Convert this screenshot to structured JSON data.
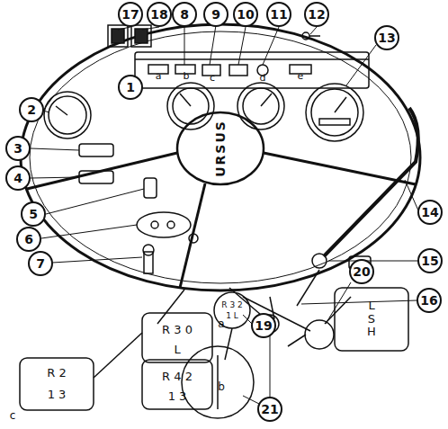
{
  "diagram": {
    "nodes": [
      {
        "text": [
          "17"
        ]
      },
      {
        "text": [
          "18"
        ]
      },
      {
        "text": [
          "8"
        ]
      },
      {
        "text": [
          "9"
        ]
      },
      {
        "text": [
          "10"
        ]
      },
      {
        "text": [
          "11"
        ]
      },
      {
        "text": [
          "12"
        ]
      },
      {
        "text": [
          "13"
        ]
      },
      {
        "text": [
          "1"
        ]
      },
      {
        "text": [
          "2"
        ]
      },
      {
        "text": [
          "3"
        ]
      },
      {
        "text": [
          "4"
        ]
      },
      {
        "text": [
          "5"
        ]
      },
      {
        "text": [
          "6"
        ]
      },
      {
        "text": [
          "7"
        ]
      },
      {
        "text": [
          "14"
        ]
      },
      {
        "text": [
          "15"
        ]
      },
      {
        "text": [
          "16"
        ]
      },
      {
        "text": [
          "19"
        ]
      },
      {
        "text": [
          "20"
        ]
      },
      {
        "text": [
          "21"
        ]
      }
    ],
    "labels": [
      "a",
      "b",
      "c",
      "d",
      "e",
      "URSUS",
      "R 3 2",
      "1 L",
      "R 3 0",
      "L",
      "a",
      "R 4 2",
      "1 3",
      "b",
      "R 2",
      "1 3",
      "c",
      "L S H"
    ]
  }
}
